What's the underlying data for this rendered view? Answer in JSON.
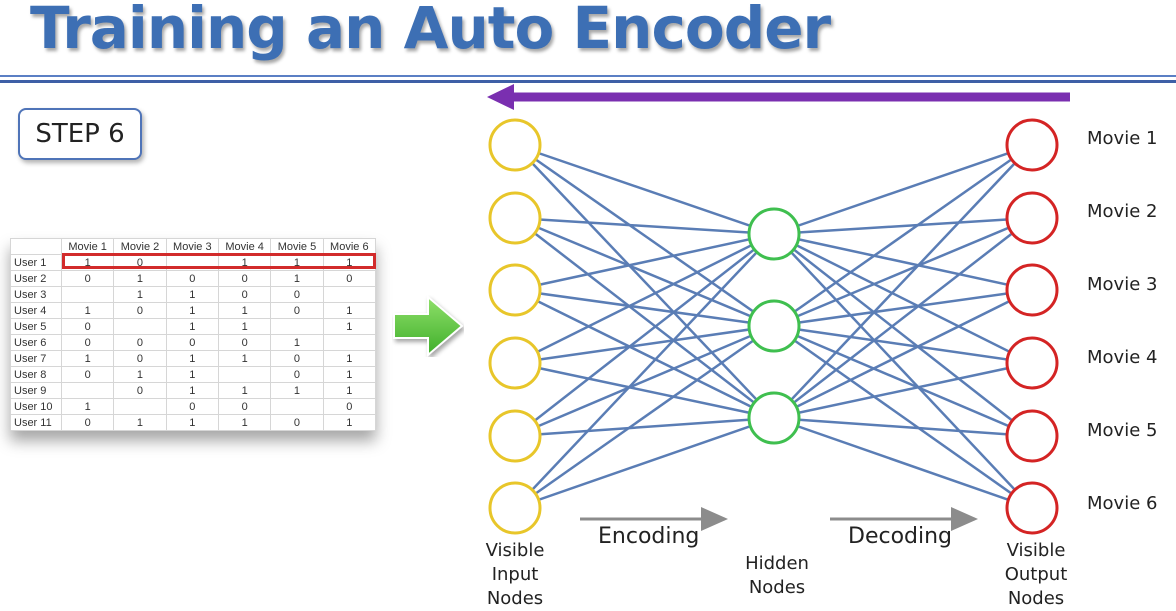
{
  "title": "Training an Auto Encoder",
  "step_label": "STEP 6",
  "ratings_table": {
    "columns": [
      "Movie 1",
      "Movie 2",
      "Movie 3",
      "Movie 4",
      "Movie 5",
      "Movie 6"
    ],
    "rows": [
      {
        "user": "User 1",
        "values": [
          "1",
          "0",
          "",
          "1",
          "1",
          "1"
        ]
      },
      {
        "user": "User 2",
        "values": [
          "0",
          "1",
          "0",
          "0",
          "1",
          "0"
        ]
      },
      {
        "user": "User 3",
        "values": [
          "",
          "1",
          "1",
          "0",
          "0",
          ""
        ]
      },
      {
        "user": "User 4",
        "values": [
          "1",
          "0",
          "1",
          "1",
          "0",
          "1"
        ]
      },
      {
        "user": "User 5",
        "values": [
          "0",
          "",
          "1",
          "1",
          "",
          "1"
        ]
      },
      {
        "user": "User 6",
        "values": [
          "0",
          "0",
          "0",
          "0",
          "1",
          ""
        ]
      },
      {
        "user": "User 7",
        "values": [
          "1",
          "0",
          "1",
          "1",
          "0",
          "1"
        ]
      },
      {
        "user": "User 8",
        "values": [
          "0",
          "1",
          "1",
          "",
          "0",
          "1"
        ]
      },
      {
        "user": "User 9",
        "values": [
          "",
          "0",
          "1",
          "1",
          "1",
          "1"
        ]
      },
      {
        "user": "User 10",
        "values": [
          "1",
          "",
          "0",
          "0",
          "",
          "0"
        ]
      },
      {
        "user": "User 11",
        "values": [
          "0",
          "1",
          "1",
          "1",
          "0",
          "1"
        ]
      }
    ]
  },
  "network": {
    "input_label": [
      "Visible",
      "Input",
      "Nodes"
    ],
    "hidden_label": [
      "Hidden",
      "Nodes"
    ],
    "output_label": [
      "Visible",
      "Output",
      "Nodes"
    ],
    "encoding_label": "Encoding",
    "decoding_label": "Decoding",
    "output_movies": [
      "Movie 1",
      "Movie 2",
      "Movie 3",
      "Movie 4",
      "Movie 5",
      "Movie 6"
    ]
  },
  "colors": {
    "title": "#3d6fb4",
    "input_node": "#e8c62a",
    "hidden_node": "#3fbf4f",
    "output_node": "#d42424",
    "connection": "#5a7db5",
    "backprop_arrow": "#7a2fb0",
    "highlight": "#d22b2b",
    "step_arrow": "#5fc83a"
  }
}
